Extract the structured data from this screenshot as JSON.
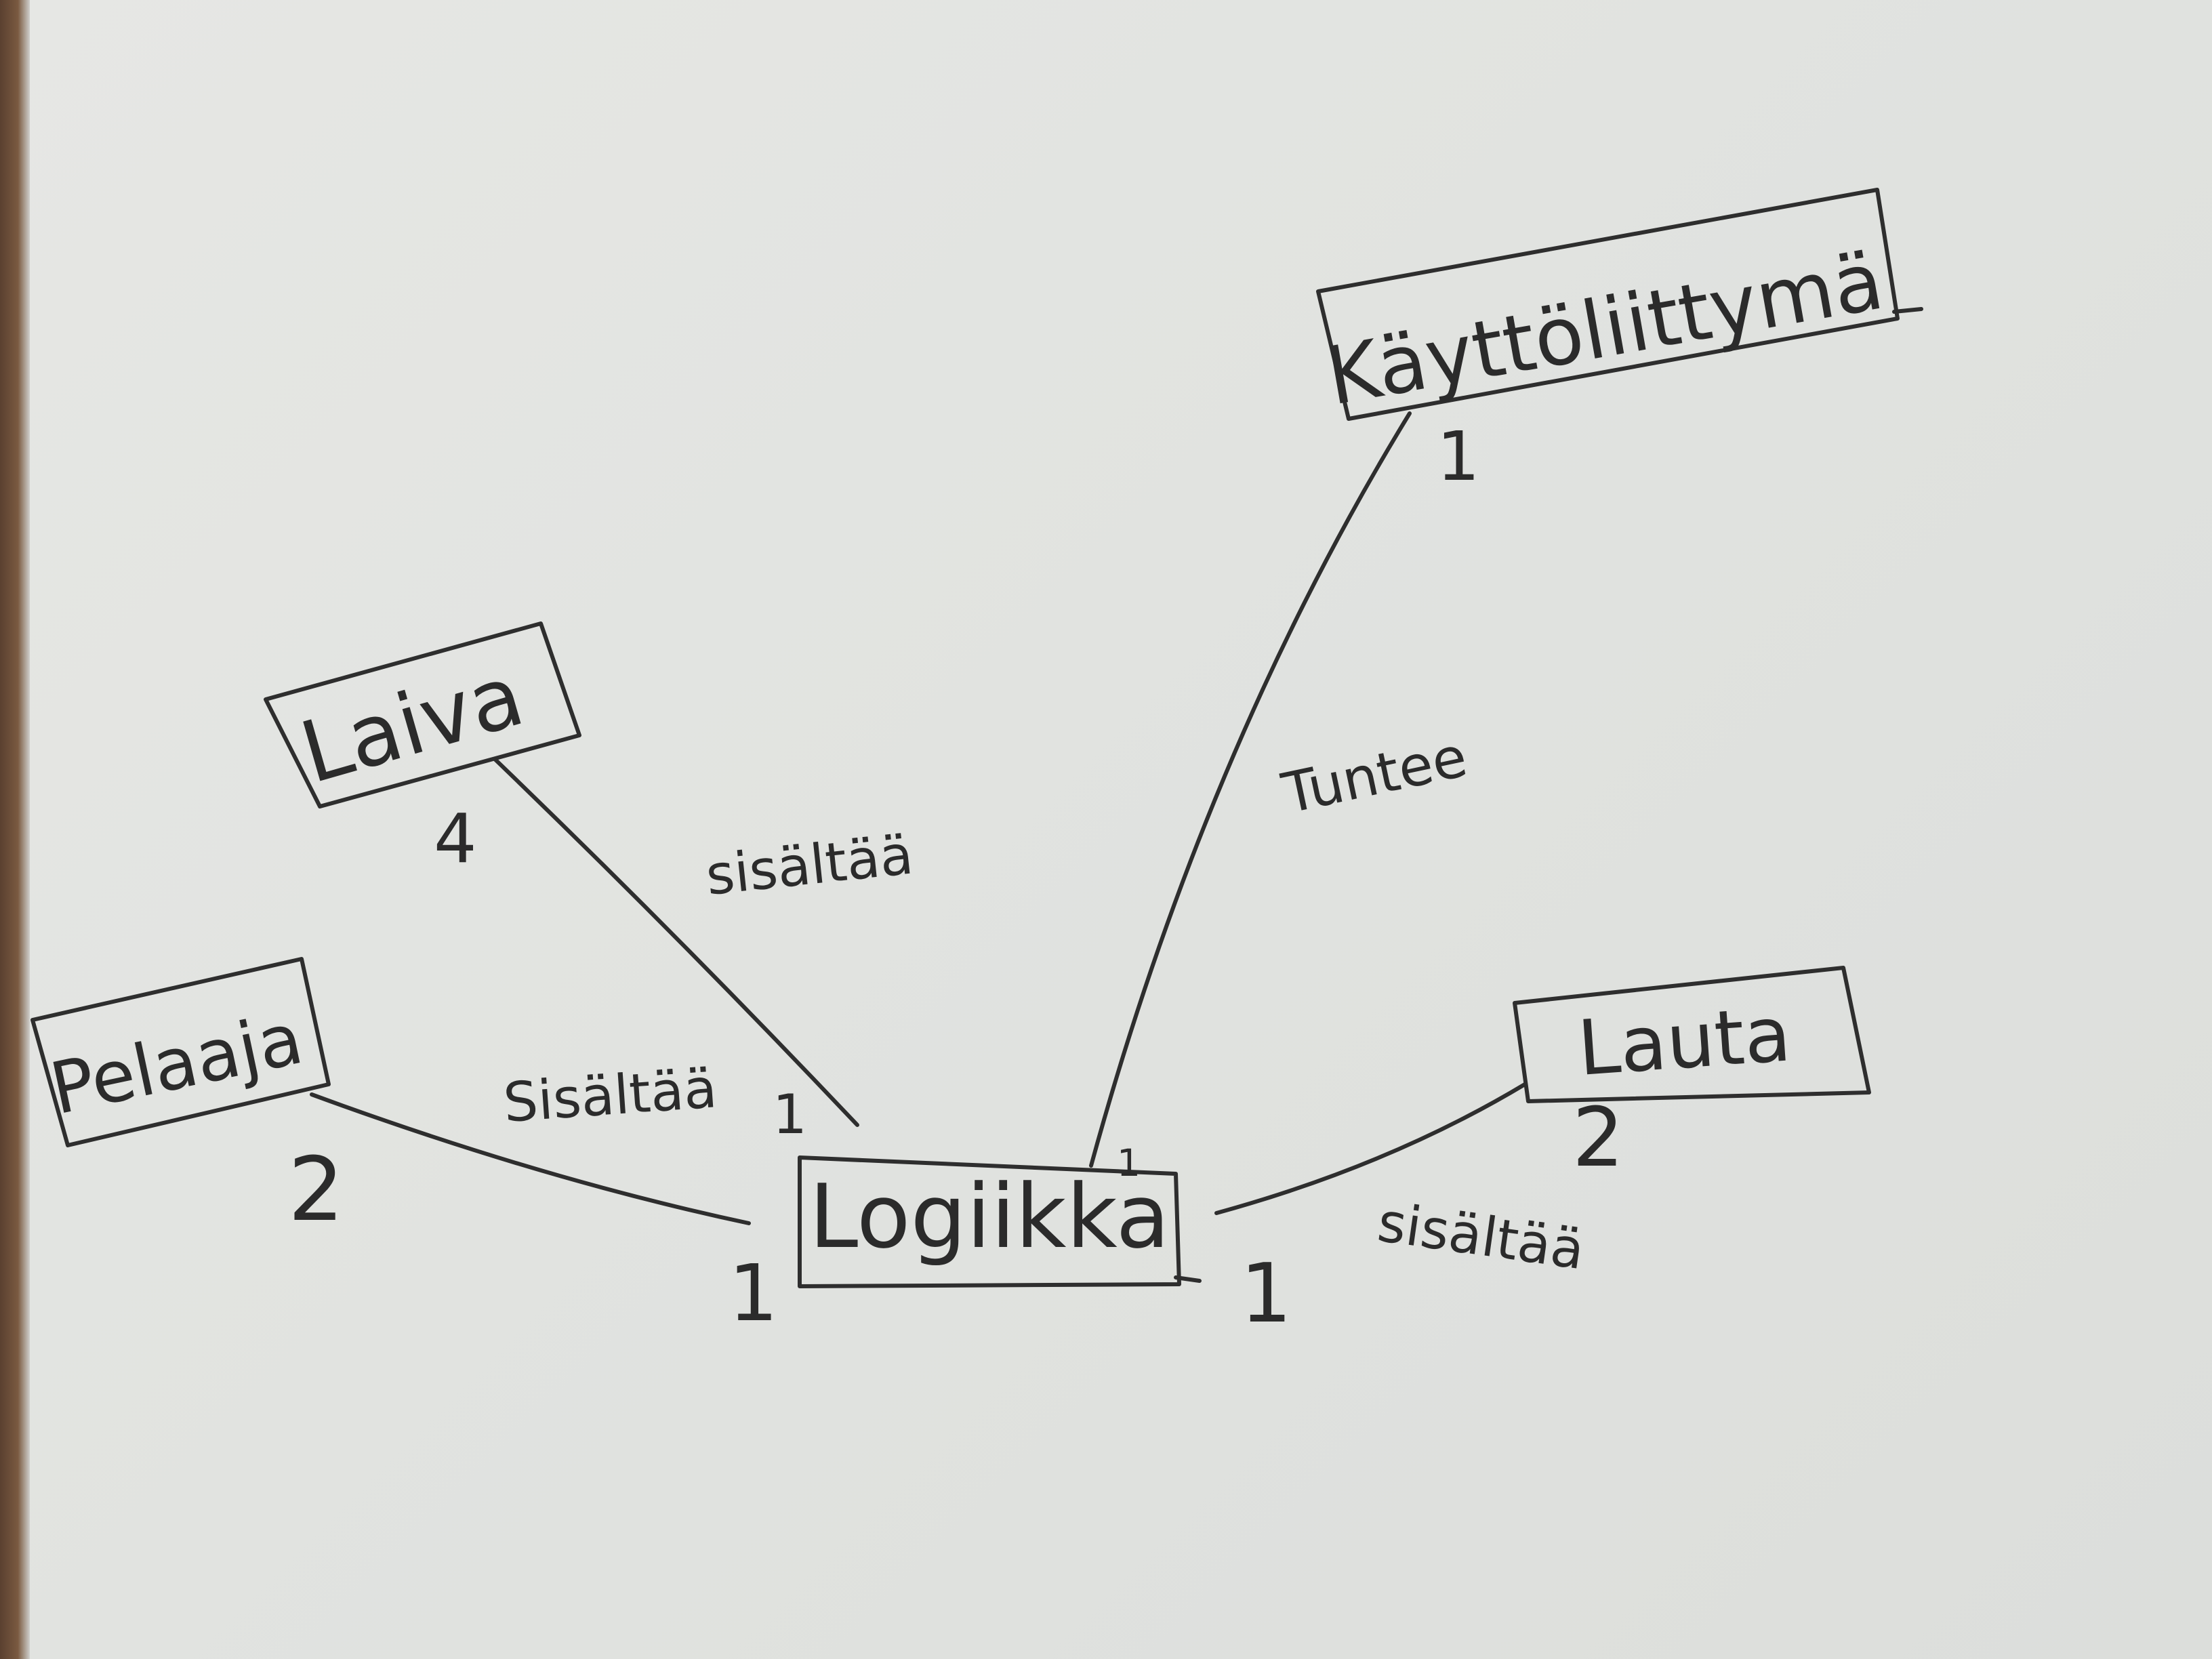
{
  "entities": {
    "logiikka": "Logiikka",
    "kayttoliittyma": "Käyttöliittymä",
    "laiva": "Laiva",
    "pelaaja": "Pelaaja",
    "lauta": "Lauta"
  },
  "relations": {
    "laiva_logiikka": "sisältää",
    "pelaaja_logiikka": "Sisältää",
    "lauta_logiikka": "sisältää",
    "kayttoliittyma_logiikka": "Tuntee"
  },
  "multiplicities": {
    "laiva_end": "4",
    "laiva_logiikka_end": "1",
    "pelaaja_end": "2",
    "pelaaja_logiikka_end": "1",
    "lauta_end": "2",
    "lauta_logiikka_end": "1",
    "kayttoliittyma_end": "1",
    "kayttoliittyma_logiikka_end": "1"
  }
}
